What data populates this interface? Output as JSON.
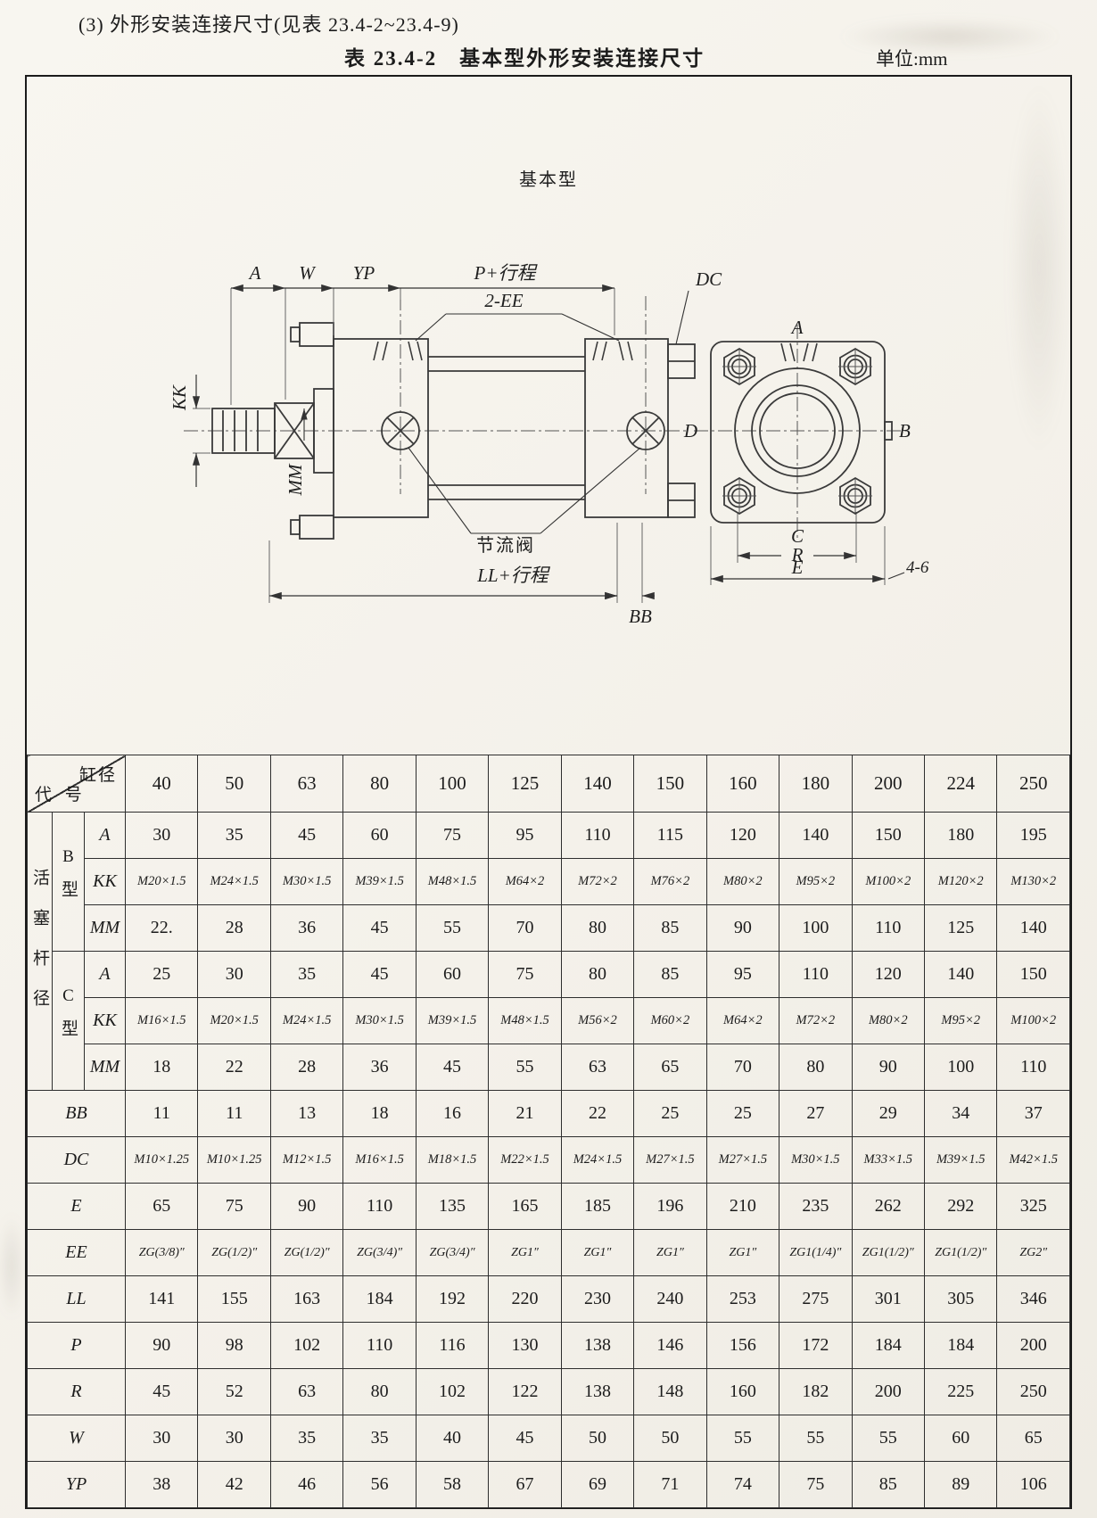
{
  "page": {
    "intro": "(3) 外形安装连接尺寸(见表 23.4-2~23.4-9)",
    "table_caption": "表 23.4-2　基本型外形安装连接尺寸",
    "unit_label": "单位:mm"
  },
  "drawing": {
    "title": "基本型",
    "labels": {
      "a_top": "A",
      "w": "W",
      "yp": "YP",
      "p_stroke": "P+行程",
      "ee2": "2-EE",
      "dc": "DC",
      "kk": "KK",
      "mm": "MM",
      "throttle": "节流阀",
      "ll_stroke": "LL+行程",
      "bb": "BB",
      "a_end": "A",
      "d": "D",
      "b": "B",
      "c": "C",
      "r": "R",
      "e": "E",
      "holes": "4-6"
    }
  },
  "table": {
    "corner": {
      "top": "缸径",
      "bottom": "代 号"
    },
    "diameters": [
      "40",
      "50",
      "63",
      "80",
      "100",
      "125",
      "140",
      "150",
      "160",
      "180",
      "200",
      "224",
      "250"
    ],
    "group_label": "活塞杆径",
    "b_type": "B型",
    "c_type": "C型",
    "b_rows": [
      {
        "label": "A",
        "values": [
          "30",
          "35",
          "45",
          "60",
          "75",
          "95",
          "110",
          "115",
          "120",
          "140",
          "150",
          "180",
          "195"
        ]
      },
      {
        "label": "KK",
        "values": [
          "M20×1.5",
          "M24×1.5",
          "M30×1.5",
          "M39×1.5",
          "M48×1.5",
          "M64×2",
          "M72×2",
          "M76×2",
          "M80×2",
          "M95×2",
          "M100×2",
          "M120×2",
          "M130×2"
        ]
      },
      {
        "label": "MM",
        "values": [
          "22.",
          "28",
          "36",
          "45",
          "55",
          "70",
          "80",
          "85",
          "90",
          "100",
          "110",
          "125",
          "140"
        ]
      }
    ],
    "c_rows": [
      {
        "label": "A",
        "values": [
          "25",
          "30",
          "35",
          "45",
          "60",
          "75",
          "80",
          "85",
          "95",
          "110",
          "120",
          "140",
          "150"
        ]
      },
      {
        "label": "KK",
        "values": [
          "M16×1.5",
          "M20×1.5",
          "M24×1.5",
          "M30×1.5",
          "M39×1.5",
          "M48×1.5",
          "M56×2",
          "M60×2",
          "M64×2",
          "M72×2",
          "M80×2",
          "M95×2",
          "M100×2"
        ]
      },
      {
        "label": "MM",
        "values": [
          "18",
          "22",
          "28",
          "36",
          "45",
          "55",
          "63",
          "65",
          "70",
          "80",
          "90",
          "100",
          "110"
        ]
      }
    ],
    "rows": [
      {
        "label": "BB",
        "values": [
          "11",
          "11",
          "13",
          "18",
          "16",
          "21",
          "22",
          "25",
          "25",
          "27",
          "29",
          "34",
          "37"
        ]
      },
      {
        "label": "DC",
        "values": [
          "M10×1.25",
          "M10×1.25",
          "M12×1.5",
          "M16×1.5",
          "M18×1.5",
          "M22×1.5",
          "M24×1.5",
          "M27×1.5",
          "M27×1.5",
          "M30×1.5",
          "M33×1.5",
          "M39×1.5",
          "M42×1.5"
        ]
      },
      {
        "label": "E",
        "values": [
          "65",
          "75",
          "90",
          "110",
          "135",
          "165",
          "185",
          "196",
          "210",
          "235",
          "262",
          "292",
          "325"
        ]
      },
      {
        "label": "EE",
        "values": [
          "ZG(3/8)″",
          "ZG(1/2)″",
          "ZG(1/2)″",
          "ZG(3/4)″",
          "ZG(3/4)″",
          "ZG1″",
          "ZG1″",
          "ZG1″",
          "ZG1″",
          "ZG1(1/4)″",
          "ZG1(1/2)″",
          "ZG1(1/2)″",
          "ZG2″"
        ]
      },
      {
        "label": "LL",
        "values": [
          "141",
          "155",
          "163",
          "184",
          "192",
          "220",
          "230",
          "240",
          "253",
          "275",
          "301",
          "305",
          "346"
        ]
      },
      {
        "label": "P",
        "values": [
          "90",
          "98",
          "102",
          "110",
          "116",
          "130",
          "138",
          "146",
          "156",
          "172",
          "184",
          "184",
          "200"
        ]
      },
      {
        "label": "R",
        "values": [
          "45",
          "52",
          "63",
          "80",
          "102",
          "122",
          "138",
          "148",
          "160",
          "182",
          "200",
          "225",
          "250"
        ]
      },
      {
        "label": "W",
        "values": [
          "30",
          "30",
          "35",
          "35",
          "40",
          "45",
          "50",
          "50",
          "55",
          "55",
          "55",
          "60",
          "65"
        ]
      },
      {
        "label": "YP",
        "values": [
          "38",
          "42",
          "46",
          "56",
          "58",
          "67",
          "69",
          "71",
          "74",
          "75",
          "85",
          "89",
          "106"
        ]
      }
    ]
  }
}
